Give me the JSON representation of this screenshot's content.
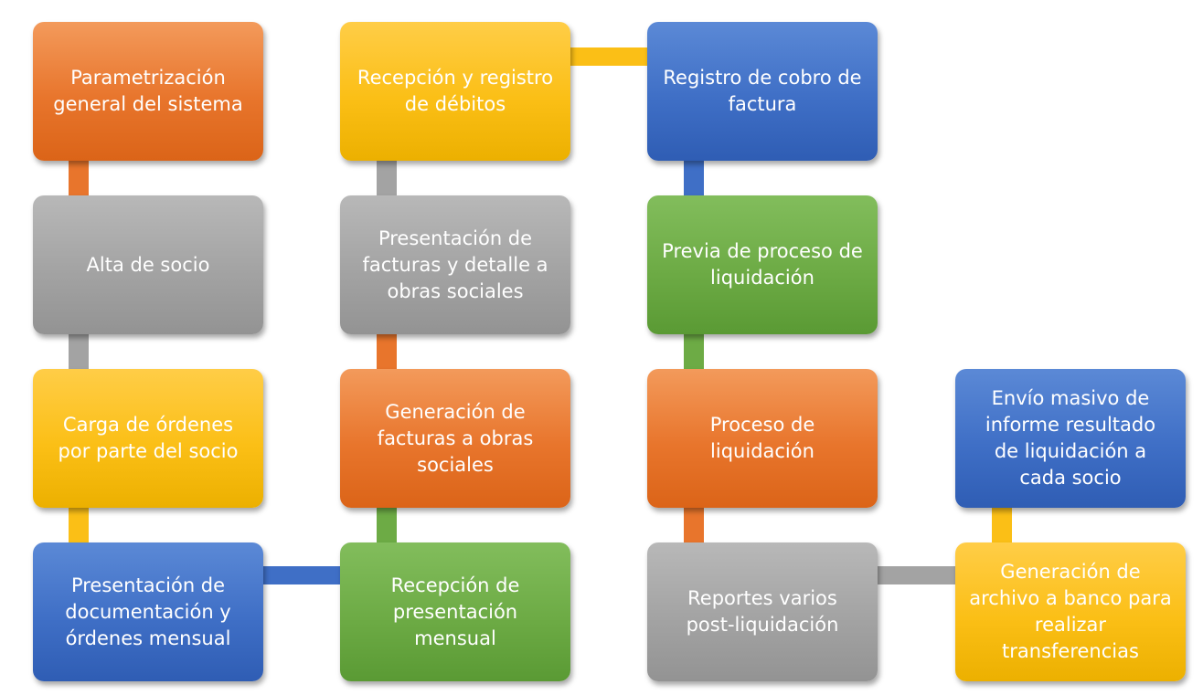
{
  "boxes": {
    "parametrizacion": "Parametrización\ngeneral del sistema",
    "alta_socio": "Alta de socio",
    "carga_ordenes": "Carga de órdenes\npor parte del socio",
    "presentacion_documentacion": "Presentación de\ndocumentación y\nórdenes mensual",
    "recepcion_debitos": "Recepción y registro\nde débitos",
    "presentacion_facturas": "Presentación de\nfacturas y detalle a\nobras sociales",
    "generacion_facturas": "Generación de\nfacturas a obras\nsociales",
    "recepcion_presentacion": "Recepción de\npresentación\nmensual",
    "registro_cobro": "Registro de cobro de\nfactura",
    "previa_liquidacion": "Previa de proceso de\nliquidación",
    "proceso_liquidacion": "Proceso de\nliquidación",
    "reportes": "Reportes varios\npost-liquidación",
    "envio_masivo": "Envío masivo de\ninforme resultado\nde liquidación a\ncada socio",
    "generacion_archivo": "Generación de\narchivo a banco para\nrealizar\ntransferencias"
  },
  "colors": {
    "orange": "#e8752c",
    "gray": "#a3a3a3",
    "yellow": "#fbbf16",
    "blue": "#3f6fc6",
    "green": "#6dab45"
  }
}
